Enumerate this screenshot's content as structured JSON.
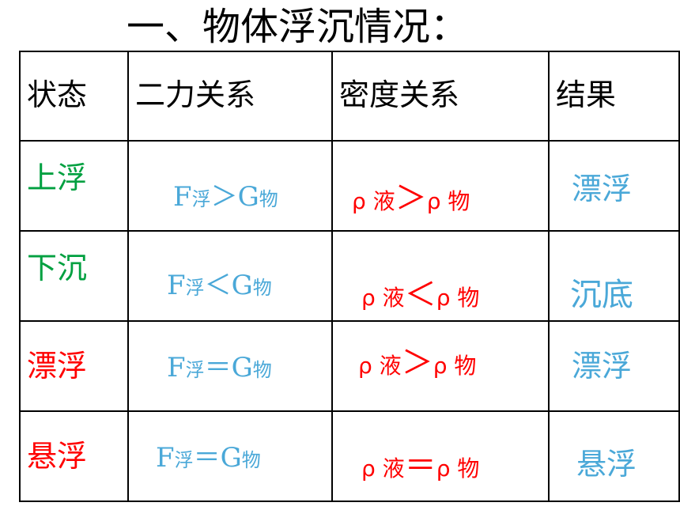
{
  "title": "一、物体浮沉情况：",
  "headers": [
    "状态",
    "二力关系",
    "密度关系",
    "结果"
  ],
  "colors": {
    "green": "#00a040",
    "red": "#ff0000",
    "blue": "#4aa8d8",
    "black": "#000000"
  },
  "rows": [
    {
      "state": "上浮",
      "force": {
        "f": "F",
        "fsub": "浮",
        "op": "＞",
        "g": "G",
        "gsub": "物"
      },
      "density": {
        "a": "ρ 液",
        "op": "＞",
        "b": "ρ 物"
      },
      "result": "漂浮"
    },
    {
      "state": "下沉",
      "force": {
        "f": "F",
        "fsub": "浮",
        "op": "＜",
        "g": "G",
        "gsub": "物"
      },
      "density": {
        "a": "ρ 液",
        "op": "＜",
        "b": "ρ 物"
      },
      "result": "沉底"
    },
    {
      "state": "漂浮",
      "force": {
        "f": "F",
        "fsub": "浮",
        "op": "＝",
        "g": "G",
        "gsub": "物"
      },
      "density": {
        "a": "ρ 液",
        "op": "＞",
        "b": "ρ 物"
      },
      "result": "漂浮"
    },
    {
      "state": "悬浮",
      "force": {
        "f": "F",
        "fsub": "浮",
        "op": "＝",
        "g": "G",
        "gsub": "物"
      },
      "density": {
        "a": "ρ 液",
        "op": "＝",
        "b": "ρ 物"
      },
      "result": "悬浮"
    }
  ]
}
